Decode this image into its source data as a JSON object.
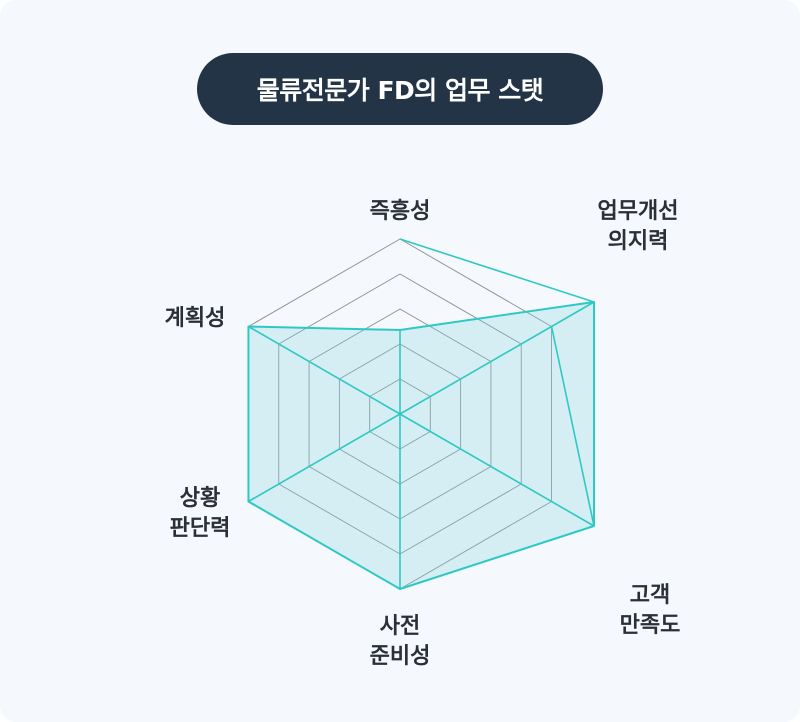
{
  "title": "물류전문가 FD의 업무 스탯",
  "chart_data": {
    "type": "radar",
    "title": "물류전문가 FD의 업무 스탯",
    "axes": [
      {
        "label": [
          "즉흥성"
        ],
        "value": 2.4
      },
      {
        "label": [
          "업무개선",
          "의지력"
        ],
        "value": 6.4
      },
      {
        "label": [
          "고객",
          "만족도"
        ],
        "value": 6.4
      },
      {
        "label": [
          "사전",
          "준비성"
        ],
        "value": 5
      },
      {
        "label": [
          "상황",
          "판단력"
        ],
        "value": 5
      },
      {
        "label": [
          "계획성"
        ],
        "value": 5
      }
    ],
    "rmax": 5,
    "levels": 5,
    "colors": {
      "fill": "#7fd4dc",
      "stroke": "#2ec9c4",
      "grid": "#8a8f96"
    }
  }
}
